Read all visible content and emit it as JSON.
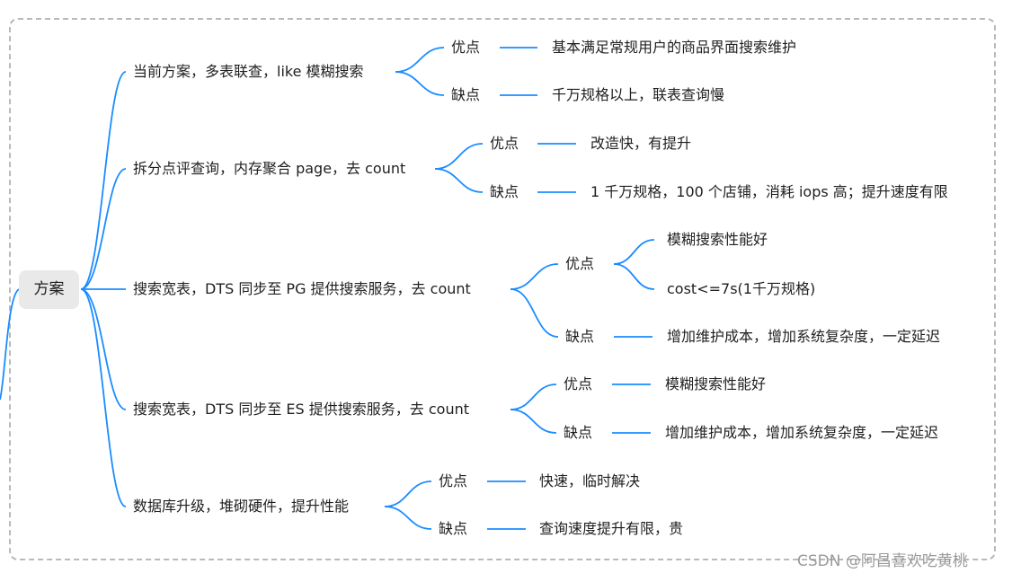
{
  "root": "方案",
  "branches": [
    {
      "label": "当前方案，多表联查，like 模糊搜索",
      "pros_label": "优点",
      "pros": [
        "基本满足常规用户的商品界面搜索维护"
      ],
      "cons_label": "缺点",
      "cons": [
        "千万规格以上，联表查询慢"
      ]
    },
    {
      "label": "拆分点评查询，内存聚合 page，去 count",
      "pros_label": "优点",
      "pros": [
        "改造快，有提升"
      ],
      "cons_label": "缺点",
      "cons": [
        "1 千万规格，100 个店铺，消耗 iops 高；提升速度有限"
      ]
    },
    {
      "label": "搜索宽表，DTS 同步至 PG 提供搜索服务，去 count",
      "pros_label": "优点",
      "pros": [
        "模糊搜索性能好",
        "cost<=7s(1千万规格)"
      ],
      "cons_label": "缺点",
      "cons": [
        "增加维护成本，增加系统复杂度，一定延迟"
      ]
    },
    {
      "label": "搜索宽表，DTS 同步至 ES 提供搜索服务，去 count",
      "pros_label": "优点",
      "pros": [
        "模糊搜索性能好"
      ],
      "cons_label": "缺点",
      "cons": [
        "增加维护成本，增加系统复杂度，一定延迟"
      ]
    },
    {
      "label": "数据库升级，堆砌硬件，提升性能",
      "pros_label": "优点",
      "pros": [
        "快速，临时解决"
      ],
      "cons_label": "缺点",
      "cons": [
        "查询速度提升有限，贵"
      ]
    }
  ],
  "watermark": "CSDN @阿昌喜欢吃黄桃",
  "colors": {
    "edge": "#1a8cff",
    "root_bg": "#e9e9e9",
    "frame": "#b9b9b9"
  }
}
